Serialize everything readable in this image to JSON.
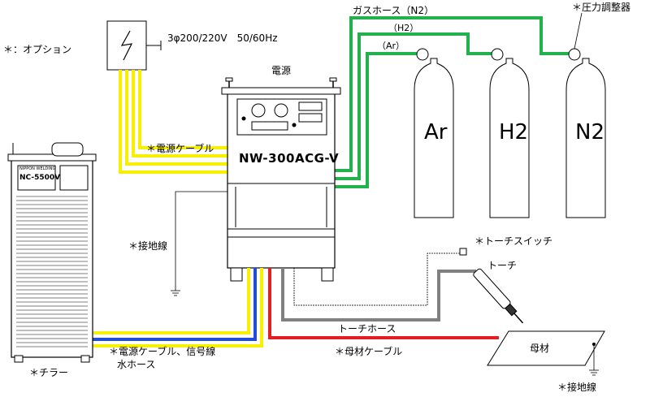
{
  "labels": {
    "option_note": "＊：オプション",
    "power_supply_spec": "3φ200/220V　50/60Hz",
    "power_source": "電源",
    "gas_hose": "ガスホース（N2）",
    "h2_tag": "（H2）",
    "ar_tag": "（Ar）",
    "regulator": "＊圧力調整器",
    "power_cable": "＊電源ケーブル",
    "ground_wire_1": "＊接地線",
    "torch_switch": "＊トーチスイッチ",
    "torch": "トーチ",
    "torch_hose": "トーチホース",
    "base_cable": "＊母材ケーブル",
    "base_material": "母材",
    "ground_wire_2": "＊接地線",
    "chiller_cables_line1": "＊電源ケーブル、信号線",
    "chiller_cables_line2": "水ホース",
    "chiller": "＊チラー"
  },
  "equipment": {
    "welder_model": "NW-300ACG-V",
    "chiller_brand": "NIPPON WELDING",
    "chiller_model": "NC-5500V"
  },
  "cylinders": [
    {
      "gas": "Ar"
    },
    {
      "gas": "H2"
    },
    {
      "gas": "N2"
    }
  ],
  "colors": {
    "power_cable": "#f7f000",
    "gas_hose": "#22b14c",
    "water_hose": "#1f4fd8",
    "base_cable": "#e31e24",
    "torch_hose": "#808080"
  }
}
